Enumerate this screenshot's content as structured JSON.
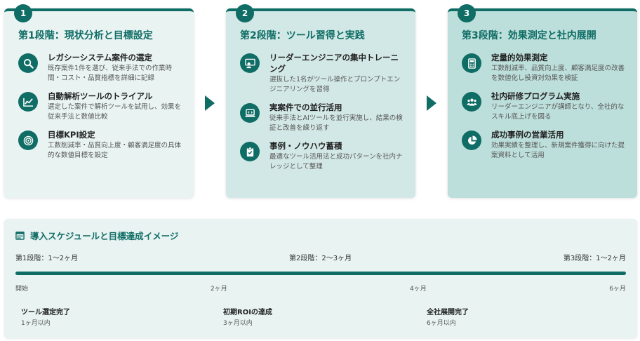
{
  "phases": [
    {
      "number": "1",
      "title": "第1段階：現状分析と目標設定",
      "items": [
        {
          "icon": "search-icon",
          "title": "レガシーシステム案件の選定",
          "desc": "既存案件1件を選び、従来手法での作業時間・コスト・品質指標を詳細に記録"
        },
        {
          "icon": "chart-line-icon",
          "title": "自動解析ツールのトライアル",
          "desc": "選定した案件で解析ツールを試用し、効果を従来手法と数値比較"
        },
        {
          "icon": "target-icon",
          "title": "目標KPI設定",
          "desc": "工数削減率・品質向上度・顧客満足度の具体的な数値目標を設定"
        }
      ]
    },
    {
      "number": "2",
      "title": "第2段階：ツール習得と実践",
      "items": [
        {
          "icon": "teacher-icon",
          "title": "リーダーエンジニアの集中トレーニング",
          "desc": "選抜した1名がツール操作とプロンプトエンジニアリングを習得"
        },
        {
          "icon": "laptop-code-icon",
          "title": "実案件での並行活用",
          "desc": "従来手法とAIツールを並行実施し、結果の検証と改善を繰り返す"
        },
        {
          "icon": "clipboard-check-icon",
          "title": "事例・ノウハウ蓄積",
          "desc": "最適なツール活用法と成功パターンを社内ナレッジとして整理"
        }
      ]
    },
    {
      "number": "3",
      "title": "第3段階：効果測定と社内展開",
      "items": [
        {
          "icon": "calculator-icon",
          "title": "定量的効果測定",
          "desc": "工数削減率、品質向上度、顧客満足度の改善を数値化し投資対効果を検証"
        },
        {
          "icon": "users-icon",
          "title": "社内研修プログラム実施",
          "desc": "リーダーエンジニアが講師となり、全社的なスキル底上げを図る"
        },
        {
          "icon": "pie-chart-icon",
          "title": "成功事例の営業活用",
          "desc": "効果実績を整理し、新規案件獲得に向けた提案資料として活用"
        }
      ]
    }
  ],
  "schedule": {
    "title": "導入スケジュールと目標達成イメージ",
    "stages": [
      "第1段階：1〜2ヶ月",
      "第2段階：2〜3ヶ月",
      "第3段階：1〜2ヶ月"
    ],
    "ticks": [
      "開始",
      "2ヶ月",
      "4ヶ月",
      "6ヶ月"
    ],
    "milestones": [
      {
        "title": "ツール選定完了",
        "sub": "1ヶ月以内"
      },
      {
        "title": "初期ROIの達成",
        "sub": "3ヶ月以内"
      },
      {
        "title": "全社展開完了",
        "sub": "6ヶ月以内"
      }
    ]
  },
  "colors": {
    "accent": "#0f6d65",
    "phase1_bg": "#e8f3f2",
    "phase2_bg": "#d2e8e6",
    "phase3_bg": "#bddfdb"
  }
}
